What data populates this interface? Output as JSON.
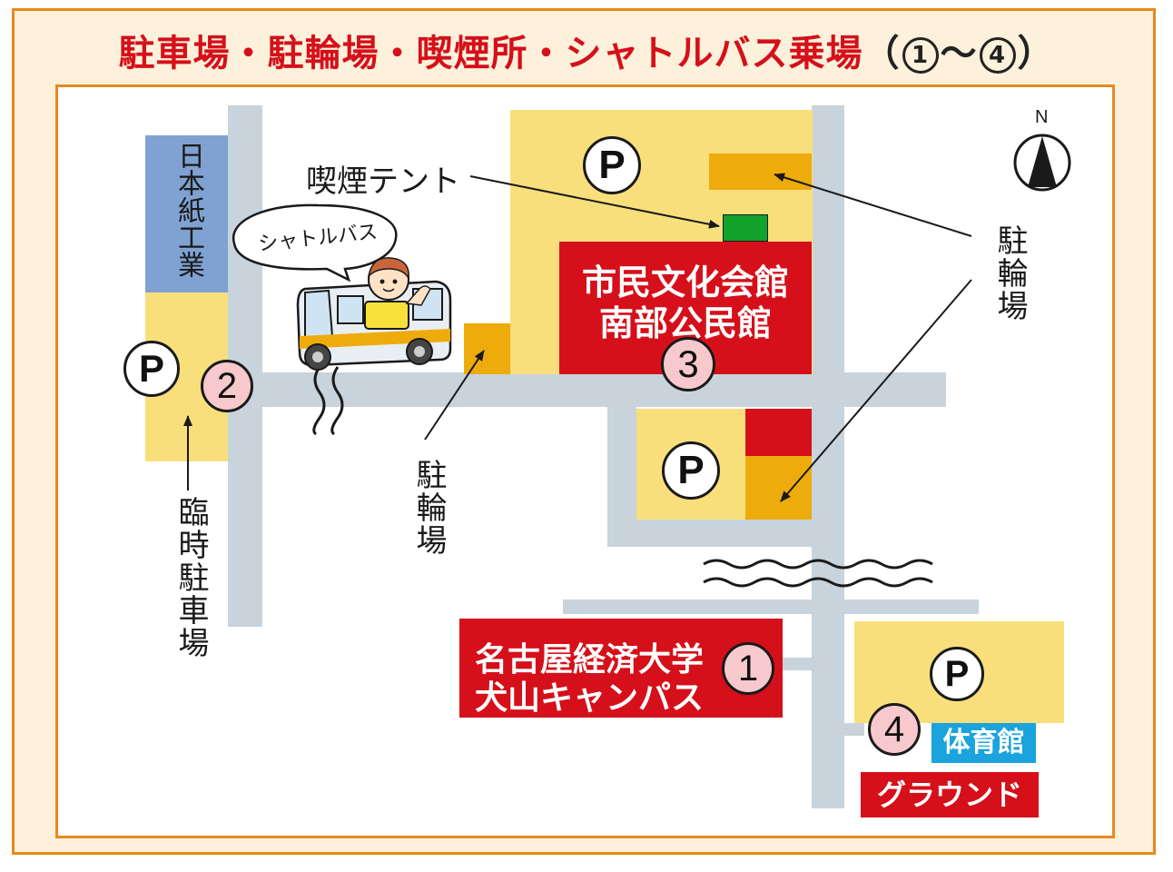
{
  "title": {
    "main": "駐車場・駐輪場・喫煙所・シャトルバス乗場",
    "open": "（",
    "n1": "1",
    "tilde": "〜",
    "n4": "4",
    "close": "）"
  },
  "compass": {
    "label": "N",
    "icon": "north-arrow-icon"
  },
  "labels": {
    "nihonshi": "日本紙工業",
    "shuttle_bubble": "シャトルバス",
    "smoking_tent": "喫煙テント",
    "bike_parking_right": "駐輪場",
    "bike_parking_mid": "駐輪場",
    "temp_parking": "臨時駐車場"
  },
  "buildings": {
    "civic_hall_line1": "市民文化会館",
    "civic_hall_line2": "南部公民館",
    "university_line1": "名古屋経済大学",
    "university_line2": "犬山キャンパス",
    "gym": "体育館",
    "ground": "グラウンド"
  },
  "parking_symbol": "P",
  "markers": {
    "m1": "1",
    "m2": "2",
    "m3": "3",
    "m4": "4"
  },
  "colors": {
    "border": "#e8891e",
    "title_red": "#d5101a",
    "road": "#c8d3dc",
    "parking_lot": "#f9df7c",
    "bike_parking": "#eeab0c",
    "smoking_tent": "#12a12a",
    "factory": "#7fa2d3",
    "gym_label": "#1aa3dc"
  }
}
